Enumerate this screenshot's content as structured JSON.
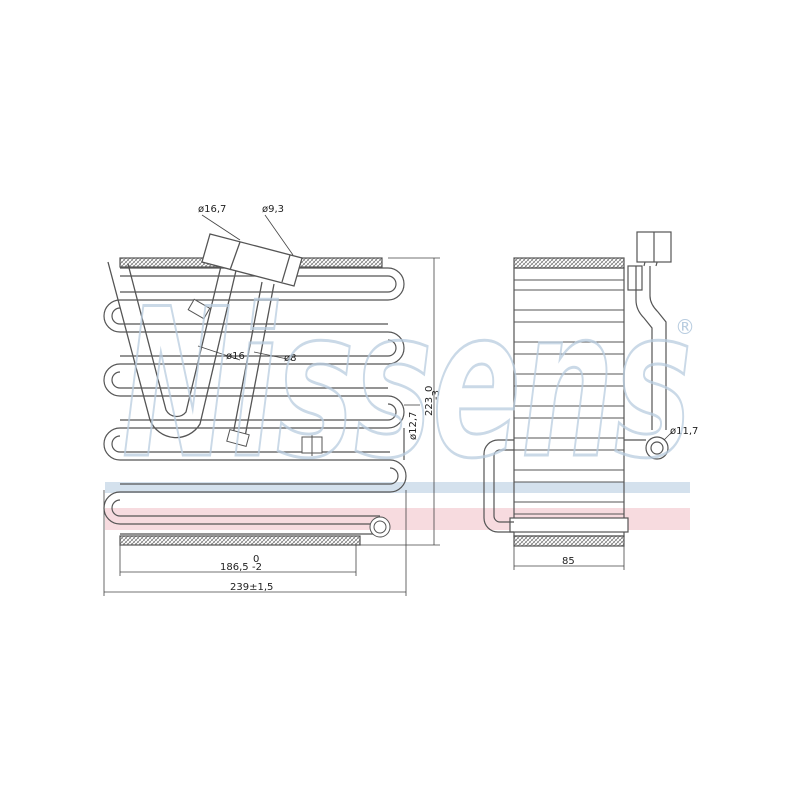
{
  "drawing": {
    "dim_inlet_dia": "ø16,7",
    "dim_outlet_dia": "ø9,3",
    "dim_pipe_large": "ø16",
    "dim_pipe_small": "ø8",
    "dim_vertical_pipe": "ø12,7",
    "dim_side_pipe": "ø11,7",
    "dim_core_width": "186,5",
    "dim_core_width_tol": "-2",
    "dim_core_width_tol_up": "0",
    "dim_total_width": "239±1,5",
    "dim_height": "223",
    "dim_height_tol": "-3",
    "dim_height_tol_up": "0",
    "dim_depth": "85"
  },
  "watermark": {
    "brand": "Nissens",
    "registered": "®"
  },
  "colors": {
    "line": "#555555",
    "light_line": "#8a8a8a",
    "hatch": "#6a6a6a",
    "watermark_blue": "#b9cde0",
    "watermark_red": "#f3c9cf"
  }
}
